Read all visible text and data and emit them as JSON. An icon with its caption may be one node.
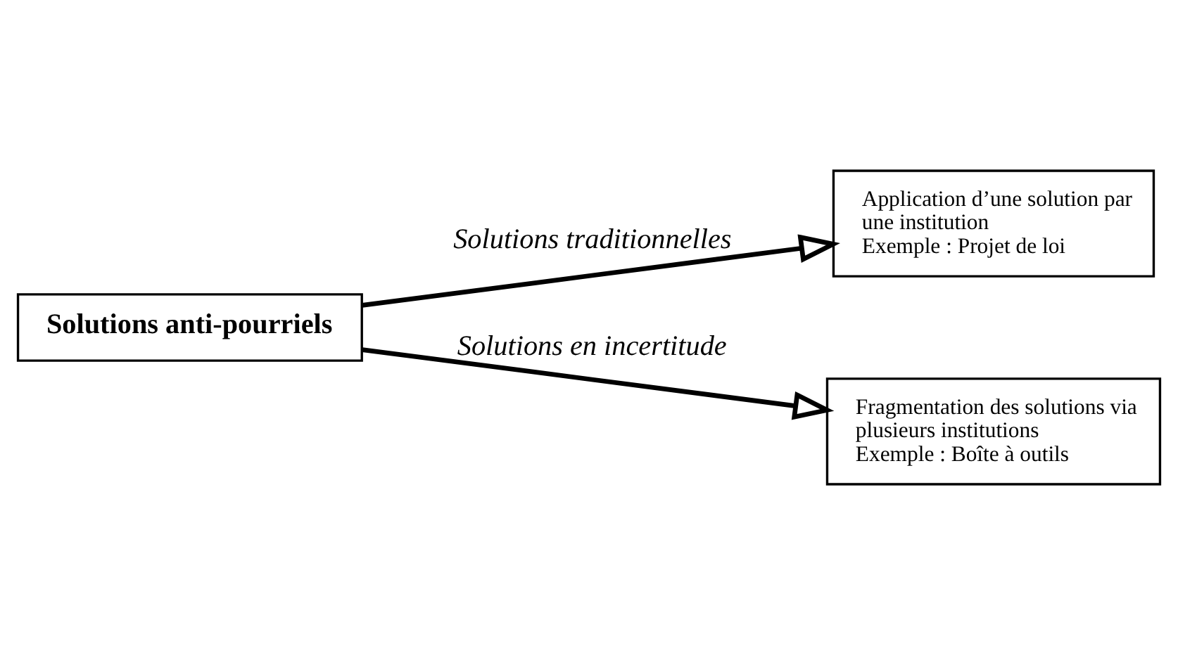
{
  "diagram": {
    "nodes": [
      {
        "text": [
          "Solutions anti-pourriels"
        ]
      },
      {
        "text": [
          "Application d’une solution par une institution",
          "Exemple : Projet de loi"
        ]
      },
      {
        "text": [
          "Fragmentation des solutions via plusieurs institutions",
          "Exemple : Boîte à outils"
        ]
      }
    ],
    "edges": [
      {
        "from": 0,
        "to": 1,
        "arrow": "to",
        "label": "Solutions traditionnelles"
      },
      {
        "from": 0,
        "to": 2,
        "arrow": "to",
        "label": "Solutions en incertitude"
      }
    ]
  }
}
